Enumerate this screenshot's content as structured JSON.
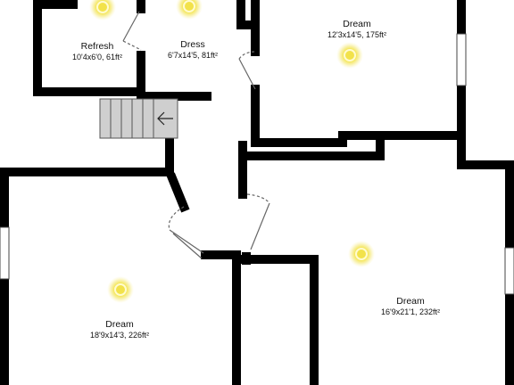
{
  "rooms": [
    {
      "name": "Refresh",
      "dims": "10'4x6'0, 61ft²"
    },
    {
      "name": "Dress",
      "dims": "6'7x14'5, 81ft²"
    },
    {
      "name": "Dream",
      "dims": "12'3x14'5, 175ft²"
    },
    {
      "name": "Dream",
      "dims": "18'9x14'3, 226ft²"
    },
    {
      "name": "Dream",
      "dims": "16'9x21'1, 232ft²"
    }
  ],
  "colors": {
    "wall": "#000000",
    "stairs": "#cfcfcf",
    "light_fixture": "#f2e24a",
    "background": "#ffffff"
  },
  "icons": {
    "light": "ceiling-light-icon",
    "stairs_arrow": "left-arrow-icon"
  }
}
